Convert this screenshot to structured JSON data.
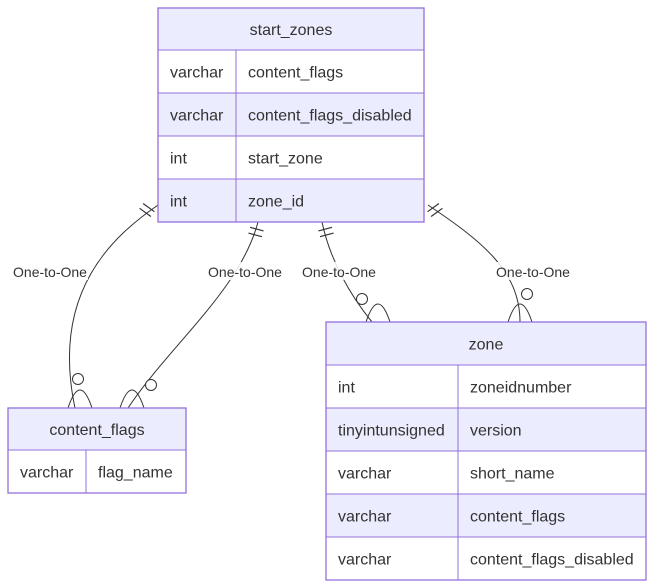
{
  "colors": {
    "header_fill": "#ececff",
    "row_odd_fill": "#ffffff",
    "row_even_fill": "#ececff",
    "border": "#9370db",
    "line": "#333333",
    "text": "#333333"
  },
  "entities": [
    {
      "id": "start_zones",
      "name": "start_zones",
      "attributes": [
        {
          "type": "varchar",
          "name": "content_flags"
        },
        {
          "type": "varchar",
          "name": "content_flags_disabled"
        },
        {
          "type": "int",
          "name": "start_zone"
        },
        {
          "type": "int",
          "name": "zone_id"
        }
      ]
    },
    {
      "id": "content_flags",
      "name": "content_flags",
      "attributes": [
        {
          "type": "varchar",
          "name": "flag_name"
        }
      ]
    },
    {
      "id": "zone",
      "name": "zone",
      "attributes": [
        {
          "type": "int",
          "name": "zoneidnumber"
        },
        {
          "type": "tinyintunsigned",
          "name": "version"
        },
        {
          "type": "varchar",
          "name": "short_name"
        },
        {
          "type": "varchar",
          "name": "content_flags"
        },
        {
          "type": "varchar",
          "name": "content_flags_disabled"
        }
      ]
    }
  ],
  "relationships": [
    {
      "from": "start_zones",
      "to": "content_flags",
      "label": "One-to-One"
    },
    {
      "from": "start_zones",
      "to": "content_flags",
      "label": "One-to-One"
    },
    {
      "from": "start_zones",
      "to": "zone",
      "label": "One-to-One"
    },
    {
      "from": "start_zones",
      "to": "zone",
      "label": "One-to-One"
    }
  ]
}
